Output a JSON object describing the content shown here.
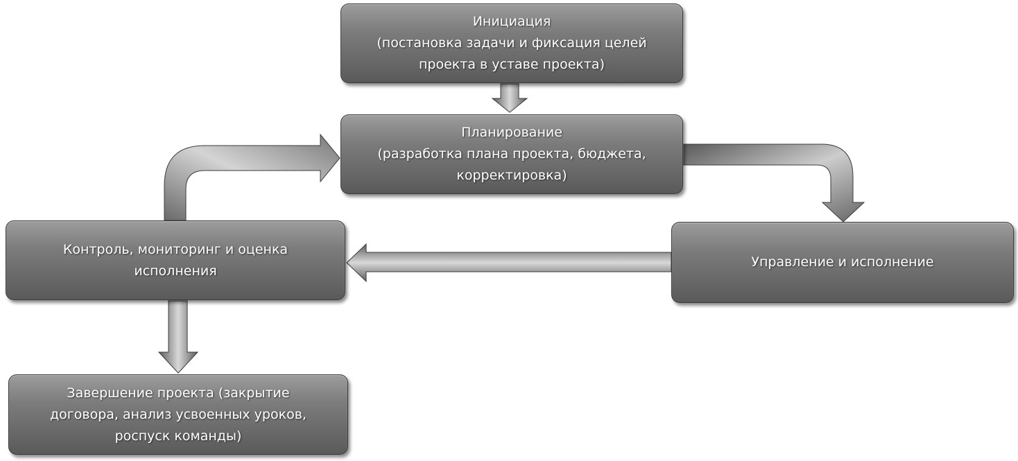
{
  "diagram": {
    "nodes": {
      "initiation": {
        "lines": [
          "Инициация",
          "(постановка задачи и фиксация целей",
          "проекта в уставе проекта)"
        ]
      },
      "planning": {
        "lines": [
          "Планирование",
          "(разработка плана проекта, бюджета,",
          "корректировка)"
        ]
      },
      "control": {
        "lines": [
          "Контроль, мониторинг и оценка",
          "исполнения"
        ]
      },
      "execution": {
        "lines": [
          "Управление и исполнение"
        ]
      },
      "closing": {
        "lines": [
          "Завершение проекта (закрытие",
          "договора, анализ усвоенных уроков,",
          "роспуск команды)"
        ]
      }
    },
    "edges": [
      {
        "from": "initiation",
        "to": "planning"
      },
      {
        "from": "planning",
        "to": "execution"
      },
      {
        "from": "execution",
        "to": "control"
      },
      {
        "from": "control",
        "to": "planning"
      },
      {
        "from": "control",
        "to": "closing"
      }
    ],
    "colors": {
      "box_top": "#9c9c9c",
      "box_bottom": "#5a5a5a",
      "text": "#ffffff",
      "arrow_light": "#d4d4d4",
      "arrow_dark": "#555555"
    }
  }
}
